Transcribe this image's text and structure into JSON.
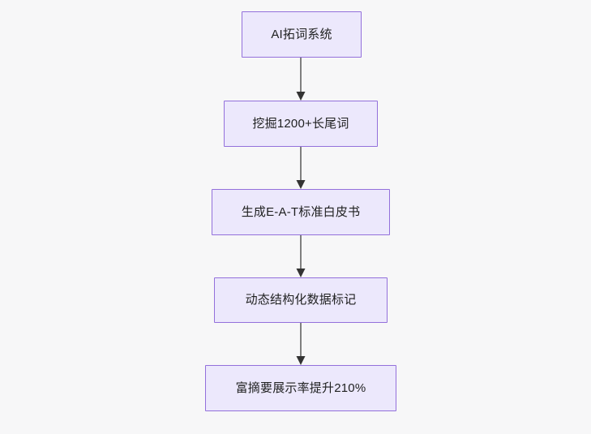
{
  "diagram": {
    "type": "flowchart",
    "direction": "top-to-bottom",
    "background_color": "#f7f7f8",
    "node_fill_color": "#ece8fc",
    "node_border_color": "#9370db",
    "node_text_color": "#1f2020",
    "edge_color": "#7f7f7f",
    "arrowhead_color": "#333333",
    "nodes": [
      {
        "id": "n1",
        "label": "AI拓词系统"
      },
      {
        "id": "n2",
        "label": "挖掘1200+长尾词"
      },
      {
        "id": "n3",
        "label": "生成E-A-T标准白皮书"
      },
      {
        "id": "n4",
        "label": "动态结构化数据标记"
      },
      {
        "id": "n5",
        "label": "富摘要展示率提升210%"
      }
    ],
    "edges": [
      {
        "from": "n1",
        "to": "n2",
        "label": ""
      },
      {
        "from": "n2",
        "to": "n3",
        "label": ""
      },
      {
        "from": "n3",
        "to": "n4",
        "label": ""
      },
      {
        "from": "n4",
        "to": "n5",
        "label": ""
      }
    ]
  }
}
